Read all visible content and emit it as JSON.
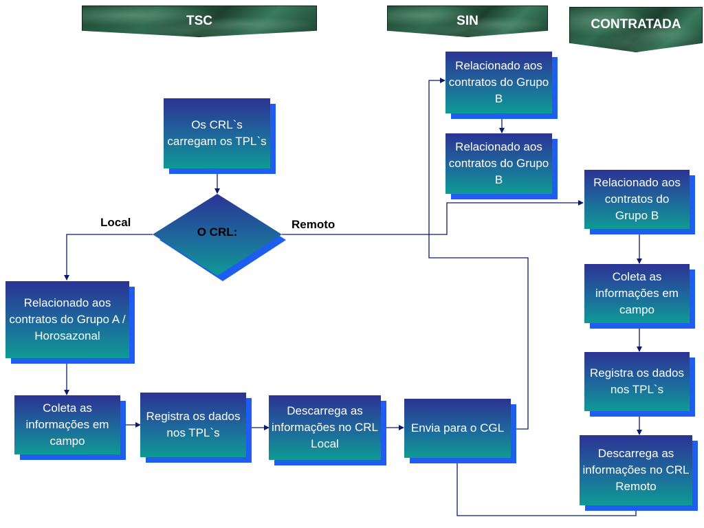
{
  "headers": {
    "tsc": "TSC",
    "sin": "SIN",
    "contratada": "CONTRATADA"
  },
  "decision": {
    "label": "O CRL:",
    "left_label": "Local",
    "right_label": "Remoto"
  },
  "tsc": {
    "start": "Os CRL`s carregam os TPL`s",
    "grupo_a": "Relacionado aos contratos do Grupo A / Horosazonal",
    "coleta": "Coleta as informações em campo",
    "registra": "Registra os dados nos TPL`s",
    "descarrega": "Descarrega as informações no CRL Local",
    "envia": "Envia para o CGL"
  },
  "sin": {
    "box1": "Relacionado aos contratos do Grupo B",
    "box2": "Relacionado aos contratos do Grupo B"
  },
  "contratada": {
    "grupo_b": "Relacionado aos contratos do Grupo B",
    "coleta": "Coleta as informações em campo",
    "registra": "Registra os dados nos TPL`s",
    "descarrega": "Descarrega as informações no CRL Remoto"
  },
  "colors": {
    "connector": "#0a1a6e",
    "box_shadow": "#1f5cf0",
    "box_top": "#2c3394",
    "box_bottom": "#0f9a94"
  }
}
